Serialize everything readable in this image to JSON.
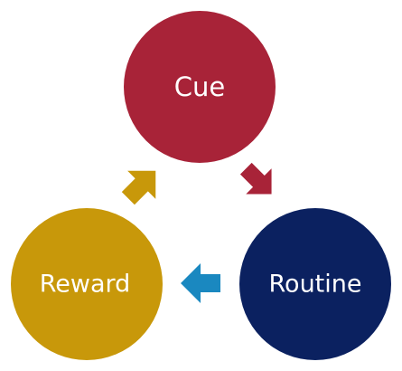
{
  "diagram": {
    "type": "cycle",
    "nodes": [
      {
        "id": "cue",
        "label": "Cue",
        "color": "#a82338"
      },
      {
        "id": "routine",
        "label": "Routine",
        "color": "#0b2160"
      },
      {
        "id": "reward",
        "label": "Reward",
        "color": "#c8980a"
      }
    ],
    "edges": [
      {
        "from": "cue",
        "to": "routine",
        "color": "#a82338"
      },
      {
        "from": "routine",
        "to": "reward",
        "color": "#1a88c0"
      },
      {
        "from": "reward",
        "to": "cue",
        "color": "#c8980a"
      }
    ]
  }
}
